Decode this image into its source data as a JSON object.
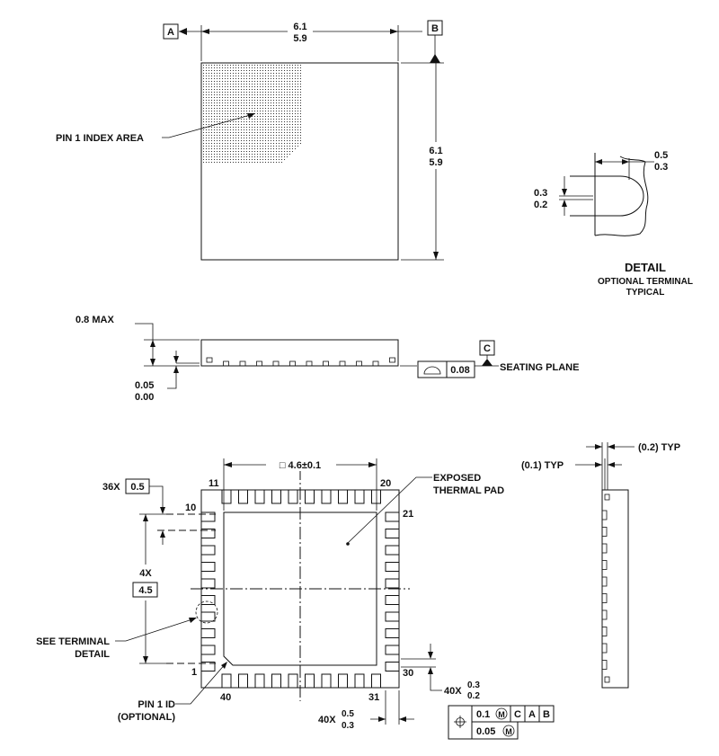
{
  "top_view": {
    "datum_a": "A",
    "datum_b": "B",
    "width_max": "6.1",
    "width_min": "5.9",
    "height_max": "6.1",
    "height_min": "5.9",
    "pin1_label": "PIN 1 INDEX AREA"
  },
  "detail": {
    "width_max": "0.5",
    "width_min": "0.3",
    "gap_max": "0.3",
    "gap_min": "0.2",
    "title": "DETAIL",
    "subtitle1": "OPTIONAL TERMINAL",
    "subtitle2": "TYPICAL"
  },
  "side_view": {
    "height_label": "0.8 MAX",
    "standoff_max": "0.05",
    "standoff_min": "0.00",
    "datum_c": "C",
    "flatness_value": "0.08",
    "seating_plane": "SEATING PLANE"
  },
  "bottom_view": {
    "pad_dim": "□ 4.6±0.1",
    "pin_11": "11",
    "pin_20": "20",
    "pin_10": "10",
    "pin_21": "21",
    "pin_1": "1",
    "pin_30": "30",
    "pin_40": "40",
    "pin_31": "31",
    "pitch_count": "36X",
    "pitch_value": "0.5",
    "span_count": "4X",
    "span_value": "4.5",
    "exposed_pad_1": "EXPOSED",
    "exposed_pad_2": "THERMAL PAD",
    "terminal_detail_1": "SEE TERMINAL",
    "terminal_detail_2": "DETAIL",
    "pin1_id_1": "PIN 1 ID",
    "pin1_id_2": "(OPTIONAL)",
    "len_count": "40X",
    "len_max": "0.5",
    "len_min": "0.3",
    "wid_count": "40X",
    "wid_max": "0.3",
    "wid_min": "0.2",
    "fcf_tol1": "0.1",
    "fcf_tol2": "0.05",
    "fcf_mod": "M",
    "fcf_c": "C",
    "fcf_a": "A",
    "fcf_b": "B"
  },
  "right_side": {
    "typ1": "(0.1) TYP",
    "typ2": "(0.2) TYP"
  }
}
